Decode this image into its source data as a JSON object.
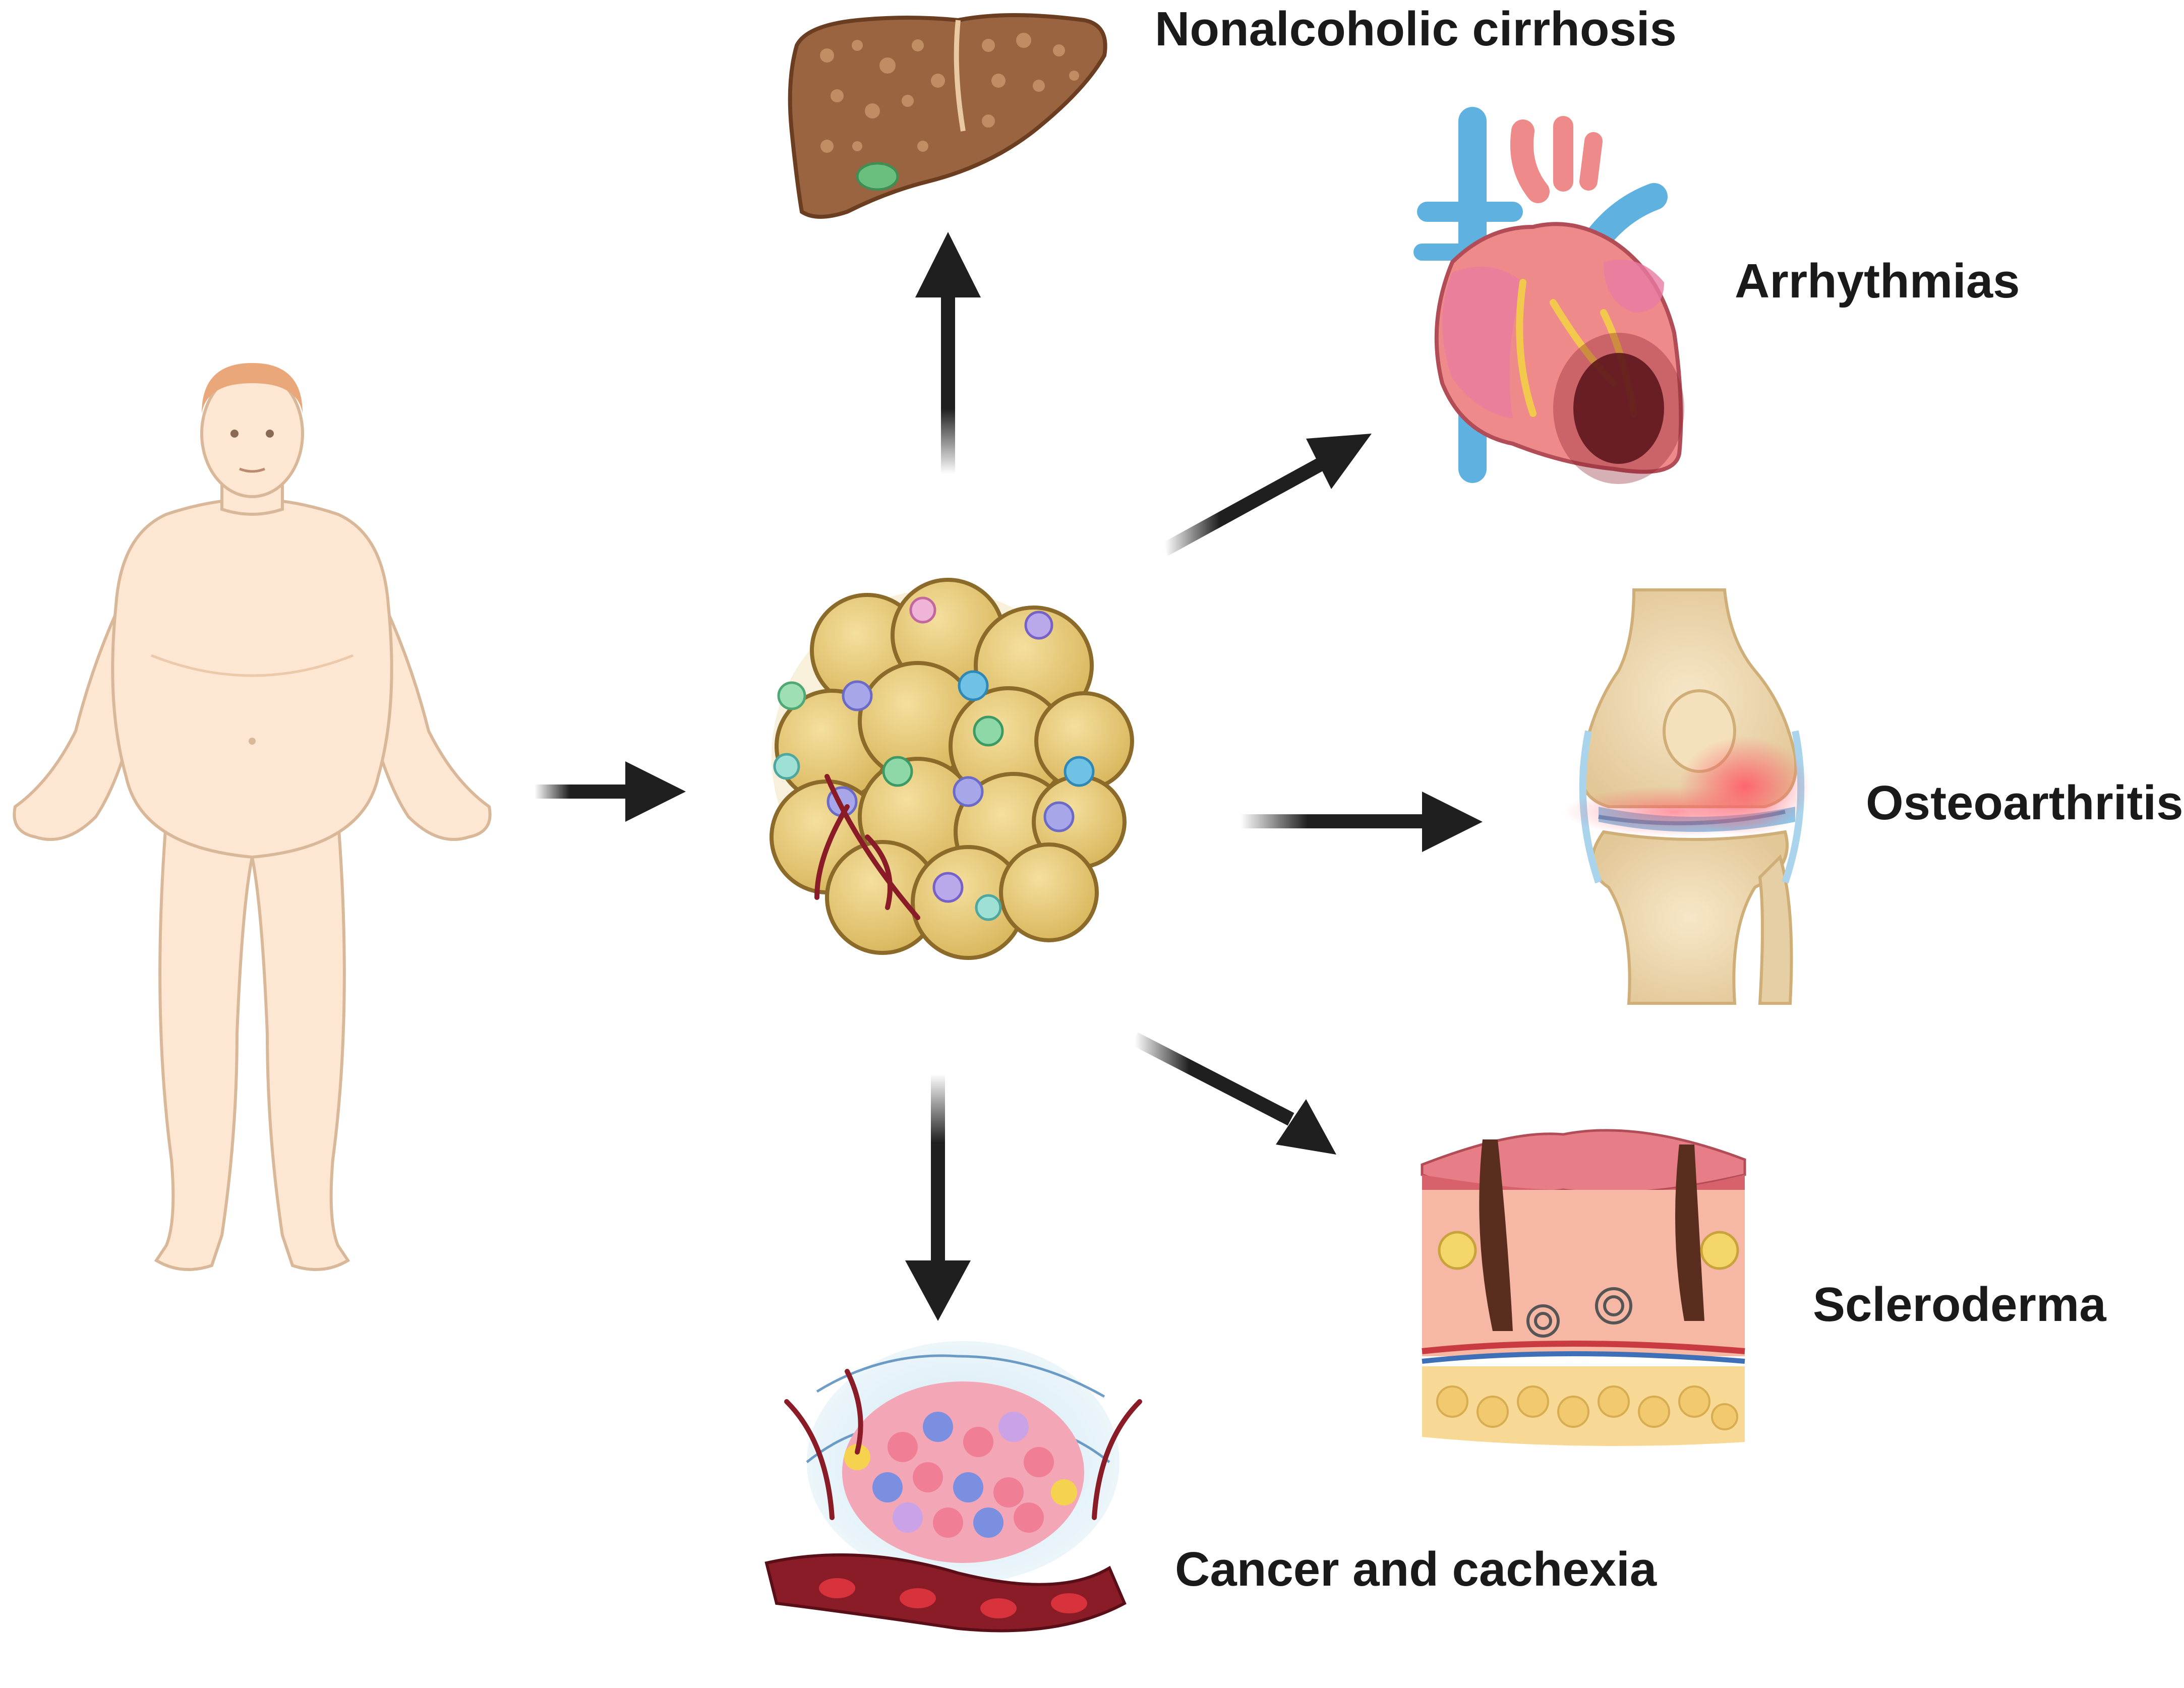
{
  "labels": {
    "cirrhosis": "Nonalcoholic cirrhosis",
    "arrhythmias": "Arrhythmias",
    "osteoarthritis": "Osteoarthritis",
    "scleroderma": "Scleroderma",
    "cancer": "Cancer and cachexia"
  },
  "icons": {
    "person": "obese-person-icon",
    "adipose": "adipose-tissue-icon",
    "liver": "cirrhotic-liver-icon",
    "heart": "heart-icon",
    "knee": "knee-joint-icon",
    "skin": "skin-cross-section-icon",
    "tumor": "tumor-icon"
  },
  "colors": {
    "arrow": "#1f1f1f",
    "skin_tone": "#fde7d2",
    "fat": "#e3c56e",
    "liver": "#9a6440",
    "heart": "#ef8a8a",
    "vessel_blue": "#5fb2e0",
    "bone": "#ecd8b0",
    "tumor": "#f3a7b6"
  }
}
